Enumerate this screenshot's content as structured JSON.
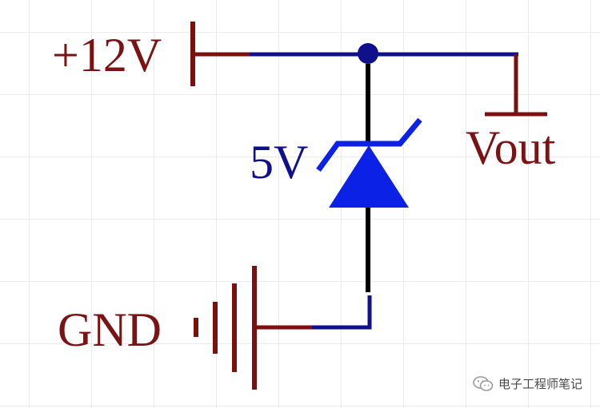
{
  "labels": {
    "supply": "+12V",
    "zener_voltage": "5V",
    "output": "Vout",
    "ground": "GND"
  },
  "watermark": {
    "text": "电子工程师笔记",
    "icon": "wechat-icon"
  },
  "colors": {
    "wire": "#10108a",
    "power_port": "#7a1010",
    "component_lead": "#000000",
    "zener": "#0b22e6",
    "label_dark_red": "#7a1414",
    "label_blue": "#10108a"
  }
}
